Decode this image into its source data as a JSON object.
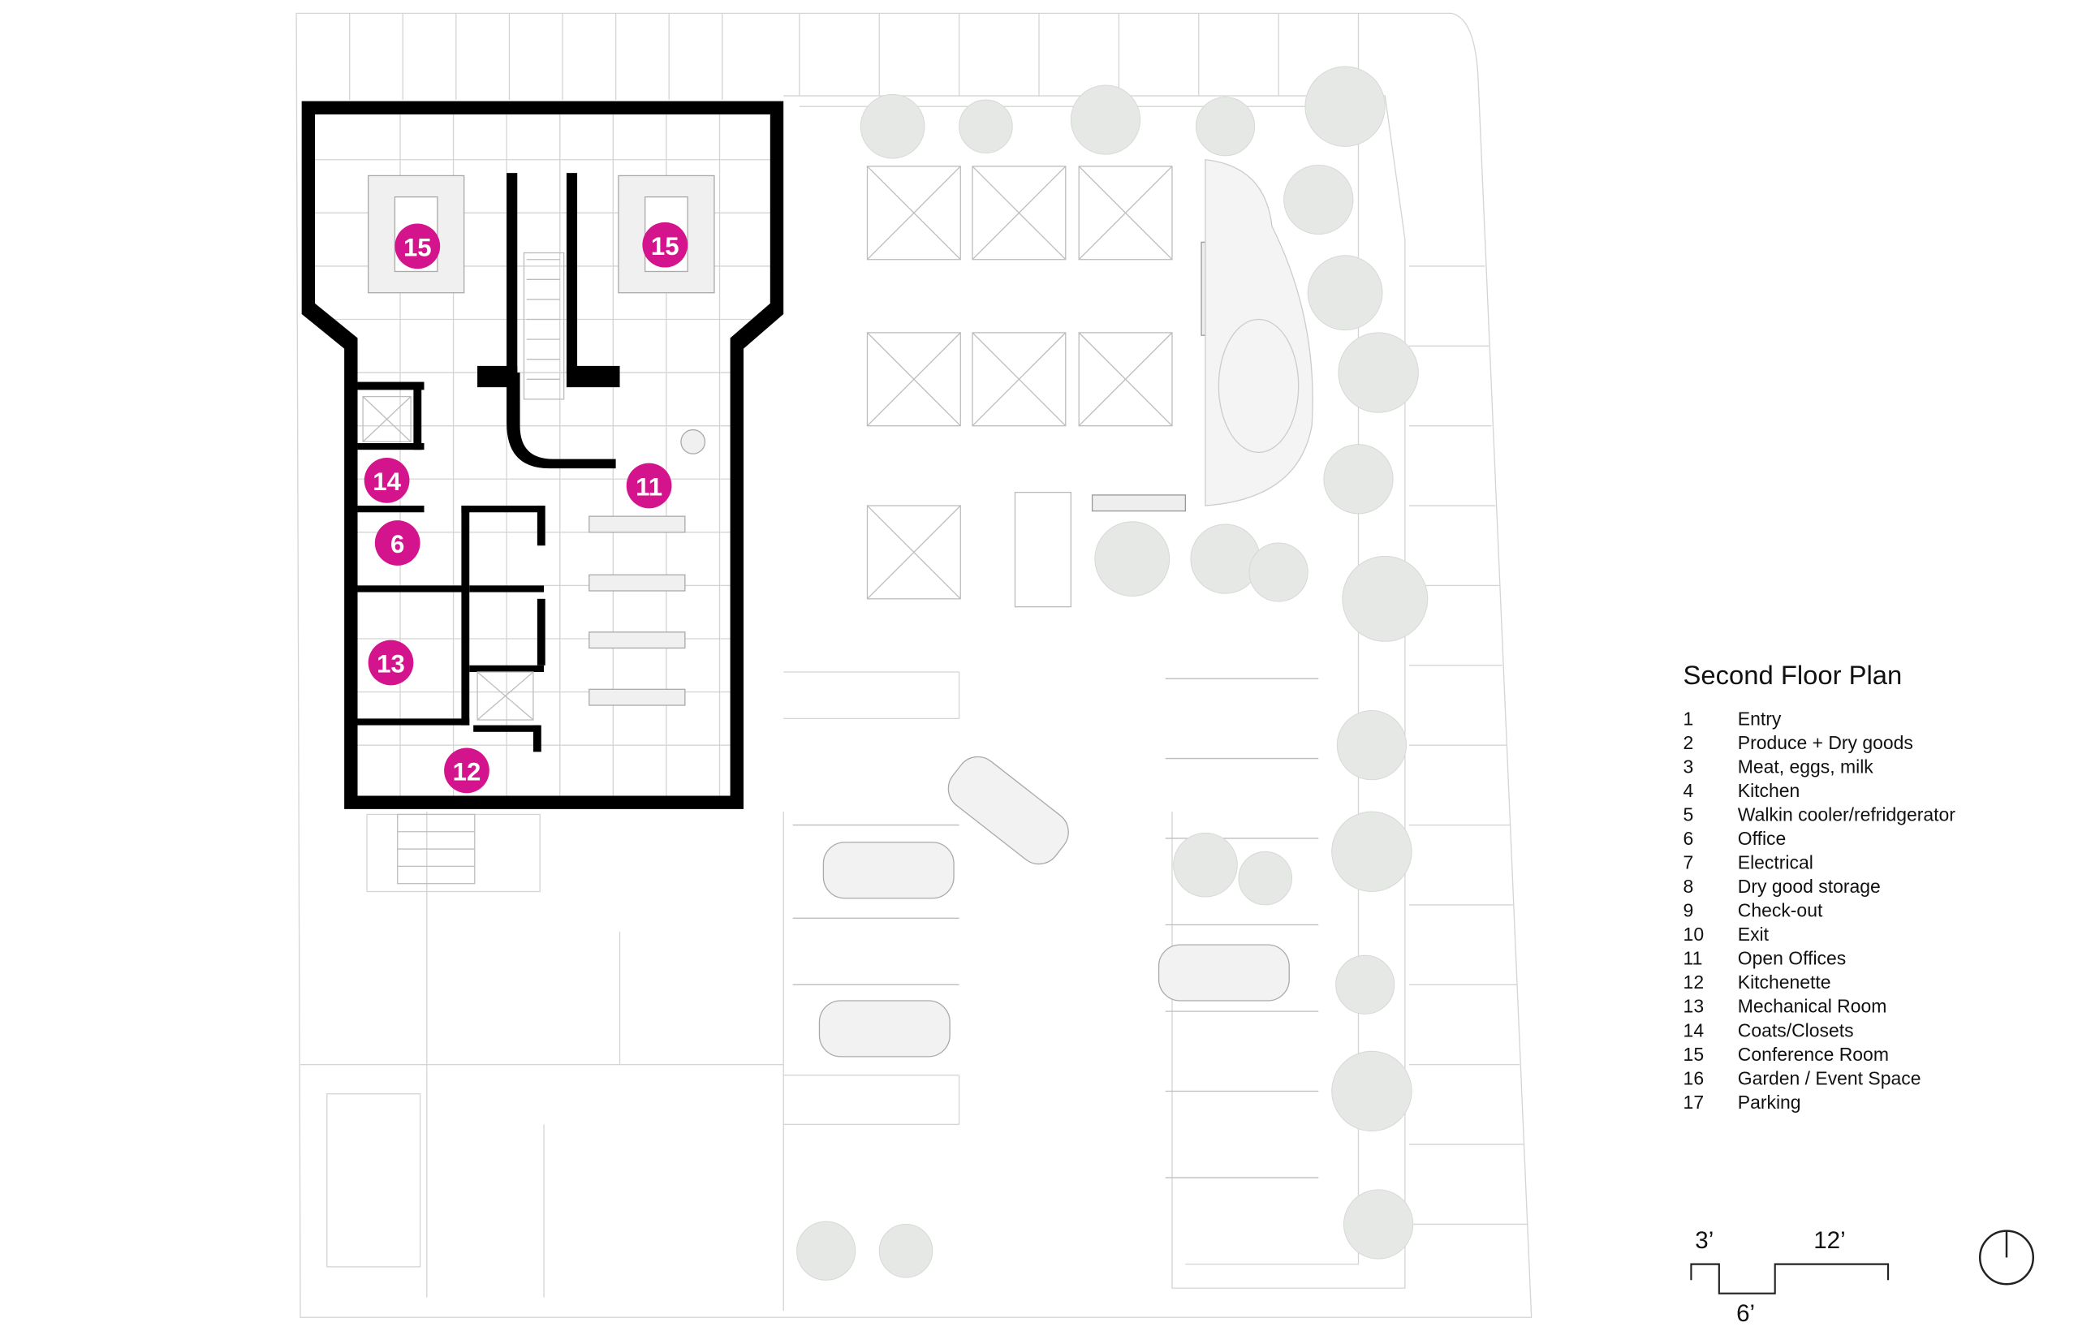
{
  "legend": {
    "title": "Second Floor Plan",
    "items": [
      {
        "num": "1",
        "label": "Entry"
      },
      {
        "num": "2",
        "label": "Produce + Dry goods"
      },
      {
        "num": "3",
        "label": "Meat, eggs, milk"
      },
      {
        "num": "4",
        "label": "Kitchen"
      },
      {
        "num": "5",
        "label": "Walkin cooler/refridgerator"
      },
      {
        "num": "6",
        "label": "Office"
      },
      {
        "num": "7",
        "label": "Electrical"
      },
      {
        "num": "8",
        "label": "Dry good storage"
      },
      {
        "num": "9",
        "label": "Check-out"
      },
      {
        "num": "10",
        "label": "Exit"
      },
      {
        "num": "11",
        "label": "Open Offices"
      },
      {
        "num": "12",
        "label": "Kitchenette"
      },
      {
        "num": "13",
        "label": "Mechanical Room"
      },
      {
        "num": "14",
        "label": "Coats/Closets"
      },
      {
        "num": "15",
        "label": "Conference Room"
      },
      {
        "num": "16",
        "label": "Garden / Event Space"
      },
      {
        "num": "17",
        "label": "Parking"
      }
    ]
  },
  "scale_bar": {
    "a": "3’",
    "b": "6’",
    "c": "12’"
  },
  "markers": [
    "15",
    "15",
    "14",
    "6",
    "11",
    "13",
    "12"
  ],
  "colors": {
    "marker": "#d4148c",
    "wall": "#000000"
  }
}
